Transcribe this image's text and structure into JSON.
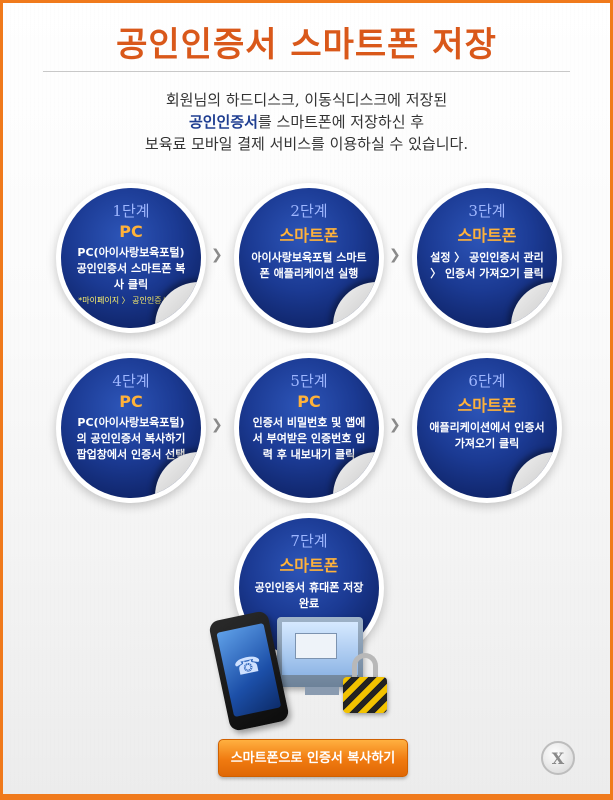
{
  "title": "공인인증서 스마트폰 저장",
  "description": {
    "line1": "회원님의 하드디스크, 이동식디스크에 저장된",
    "line2_highlight": "공인인증서",
    "line2_rest": "를 스마트폰에 저장하신 후",
    "line3": "보육료 모바일 결제 서비스를 이용하실 수 있습니다."
  },
  "steps": [
    {
      "num": "1단계",
      "device": "PC",
      "text": "PC(아이사랑보육포털) 공인인증서 스마트폰 복사 클릭",
      "sub": "*마이페이지 〉 공인인증서관리"
    },
    {
      "num": "2단계",
      "device": "스마트폰",
      "text": "아이사랑보육포털 스마트폰 애플리케이션 실행",
      "sub": ""
    },
    {
      "num": "3단계",
      "device": "스마트폰",
      "text": "설정 〉 공인인증서 관리 〉 인증서 가져오기 클릭",
      "sub": ""
    },
    {
      "num": "4단계",
      "device": "PC",
      "text": "PC(아이사랑보육포털)의 공인인증서 복사하기 팝업창에서 인증서 선택",
      "sub": ""
    },
    {
      "num": "5단계",
      "device": "PC",
      "text": "인증서 비밀번호 및 앱에서 부여받은 인증번호 입력 후 내보내기 클릭",
      "sub": ""
    },
    {
      "num": "6단계",
      "device": "스마트폰",
      "text": "애플리케이션에서 인증서 가져오기 클릭",
      "sub": ""
    },
    {
      "num": "7단계",
      "device": "스마트폰",
      "text": "공인인증서 휴대폰 저장 완료",
      "sub": ""
    }
  ],
  "arrow_icon": "chevron-right-icon",
  "cta_label": "스마트폰으로 인증서 복사하기",
  "close_label": "X",
  "colors": {
    "accent": "#f07a1c",
    "title": "#d9581a",
    "highlight": "#1f3e91",
    "step_bg": "#1b3a93",
    "device": "#ffb23a"
  }
}
